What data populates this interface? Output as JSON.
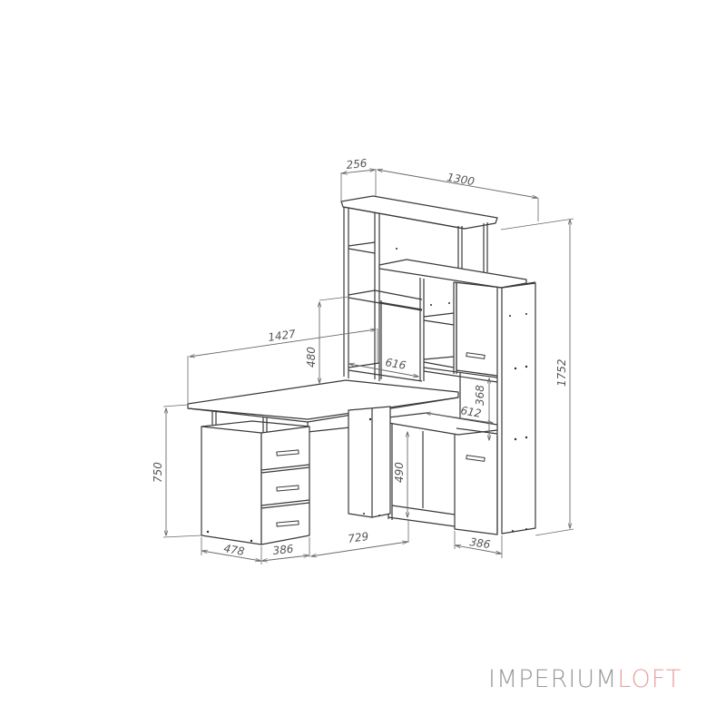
{
  "drawing": {
    "subject": "computer desk with shelving unit and drawer pedestal",
    "dimensions": {
      "top_depth": "256",
      "top_width": "1300",
      "desk_width": "1427",
      "shelf_gap_480": "480",
      "shelf_depth_616": "616",
      "inner_height_368": "368",
      "inner_depth_612": "612",
      "total_height": "1752",
      "desk_height": "750",
      "under_shelf_490": "490",
      "pedestal_depth": "478",
      "pedestal_width": "386",
      "gap_width": "729",
      "cabinet_width": "386"
    },
    "colors": {
      "line": "#3a3a3a",
      "dimension": "#6a6a6a",
      "background": "#ffffff"
    }
  },
  "brand": {
    "part1": "IMPERIUM",
    "part2": "LOFT",
    "color1": "#9a9a9a",
    "color2": "#e8a2a0"
  }
}
